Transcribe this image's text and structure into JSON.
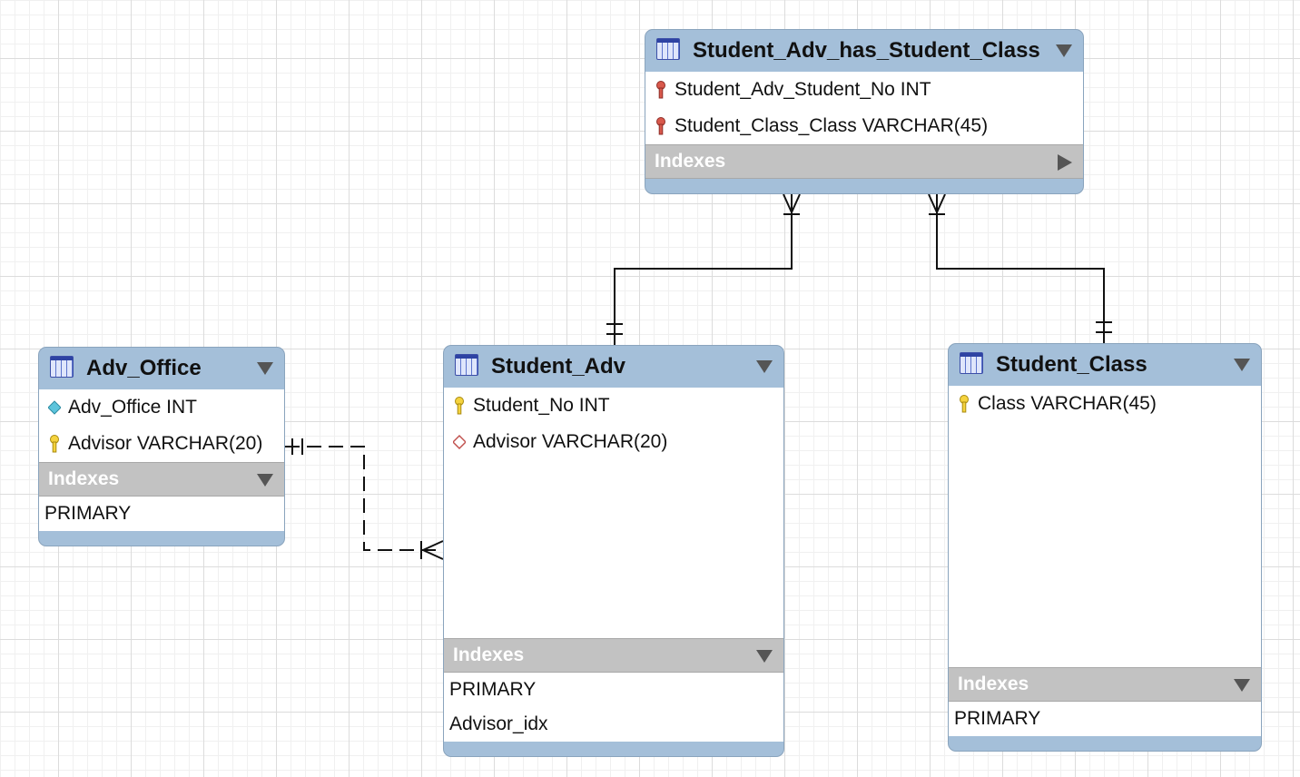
{
  "tables": {
    "assoc": {
      "title": "Student_Adv_has_Student_Class",
      "columns": [
        {
          "name": "Student_Adv_Student_No INT",
          "key": "foreign-primary"
        },
        {
          "name": "Student_Class_Class VARCHAR(45)",
          "key": "foreign-primary"
        }
      ],
      "indexes_label": "Indexes",
      "indexes_expanded": false,
      "indexes": []
    },
    "adv_office": {
      "title": "Adv_Office",
      "columns": [
        {
          "name": "Adv_Office INT",
          "key": "column"
        },
        {
          "name": "Advisor VARCHAR(20)",
          "key": "primary"
        }
      ],
      "indexes_label": "Indexes",
      "indexes_expanded": true,
      "indexes": [
        "PRIMARY"
      ]
    },
    "student_adv": {
      "title": "Student_Adv",
      "columns": [
        {
          "name": "Student_No INT",
          "key": "primary"
        },
        {
          "name": "Advisor VARCHAR(20)",
          "key": "foreign"
        }
      ],
      "indexes_label": "Indexes",
      "indexes_expanded": true,
      "indexes": [
        "PRIMARY",
        "Advisor_idx"
      ]
    },
    "student_class": {
      "title": "Student_Class",
      "columns": [
        {
          "name": "Class VARCHAR(45)",
          "key": "primary"
        }
      ],
      "indexes_label": "Indexes",
      "indexes_expanded": true,
      "indexes": [
        "PRIMARY"
      ]
    }
  },
  "relationships": [
    {
      "from": "Student_Adv",
      "to": "Student_Adv_has_Student_Class",
      "type": "one-to-many",
      "identifying": true
    },
    {
      "from": "Student_Class",
      "to": "Student_Adv_has_Student_Class",
      "type": "one-to-many",
      "identifying": true
    },
    {
      "from": "Adv_Office",
      "to": "Student_Adv",
      "type": "one-to-many",
      "identifying": false
    }
  ],
  "colors": {
    "table_header": "#a4bfd9",
    "indexes_bar": "#c2c2c2",
    "primary_key": "#f5d33e",
    "foreign_primary_key": "#d9594c",
    "column_diamond": "#5cc4dc",
    "foreign_diamond": "#c0504d"
  }
}
